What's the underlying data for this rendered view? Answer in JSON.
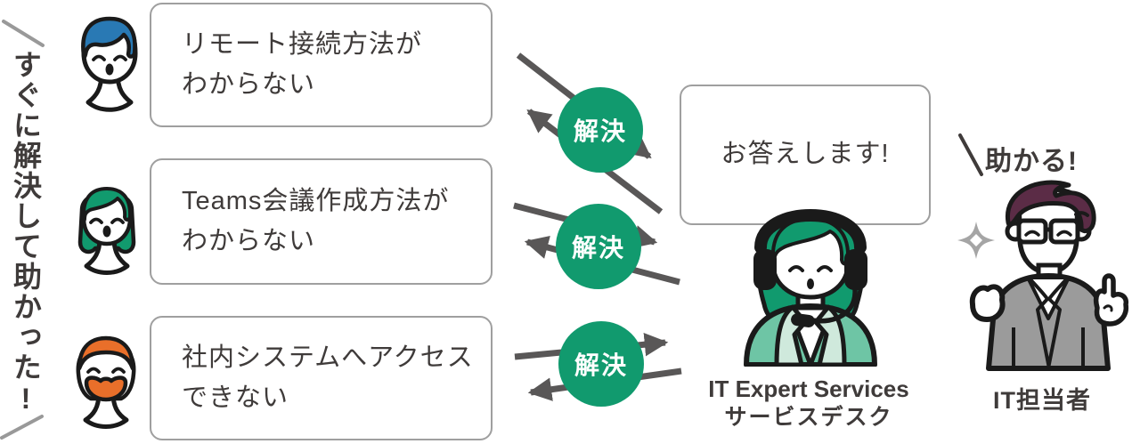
{
  "left_caption": {
    "text": "すぐに解決して助かった!"
  },
  "problems": [
    {
      "user": "blue-hair-user",
      "line1": "リモート接続方法が",
      "line2": "わからない"
    },
    {
      "user": "green-hair-user",
      "line1": "Teams会議作成方法が",
      "line2": "わからない"
    },
    {
      "user": "orange-beard-user",
      "line1": "社内システムへアクセス",
      "line2": "できない"
    }
  ],
  "badges": [
    "解決",
    "解決",
    "解決"
  ],
  "service_desk": {
    "bubble": "お答えします!",
    "label_line1": "IT Expert Services",
    "label_line2": "サービスデスク"
  },
  "it_staff": {
    "exclaim": "助かる!",
    "label": "IT担当者"
  },
  "icons": {
    "user1_avatar": "person-blue-hair",
    "user2_avatar": "person-green-bob",
    "user3_avatar": "person-orange-beard",
    "operator_avatar": "operator-with-headset",
    "staff_avatar": "businessman-with-glasses",
    "sparkle": "four-point-sparkle",
    "arrows": "two-way-exchange-arrows",
    "emphasis_marks": "diagonal-accent-lines"
  },
  "colors": {
    "green": "#119a6e",
    "jacket_green": "#6ec5a5",
    "jacket_light": "#cfe9dc",
    "blue": "#2979b4",
    "orange": "#e96f2a",
    "maroon": "#5b2c46",
    "arrow_gray": "#595757",
    "suit_gray": "#9b9b9b",
    "sparkle_gray": "#a5a5a5",
    "bubble_border": "#9f9f9f",
    "text_dark": "#3f3b3a",
    "outline_black": "#1a1a1a"
  }
}
